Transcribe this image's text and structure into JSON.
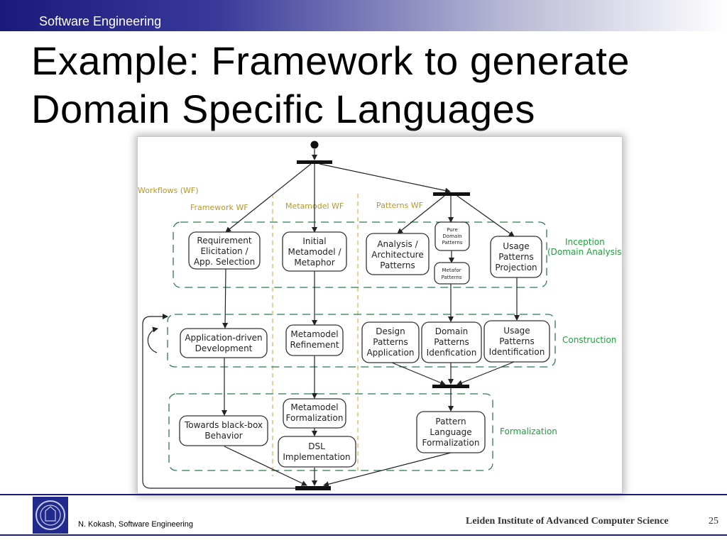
{
  "header": {
    "label": "Software Engineering"
  },
  "slide": {
    "title_line1": "Example: Framework to generate",
    "title_line2": "Domain Specific Languages",
    "number": "25"
  },
  "footer": {
    "author": "N. Kokash, Software Engineering",
    "institute": "Leiden Institute of Advanced Computer Science"
  },
  "diagram": {
    "workflows_label": "Workflows (WF)",
    "lanes": {
      "framework": "Framework WF",
      "metamodel": "Metamodel WF",
      "patterns": "Patterns WF"
    },
    "phases": {
      "inception_1": "Inception",
      "inception_2": "(Domain Analysis",
      "construction": "Construction",
      "formalization": "Formalization"
    },
    "nodes": {
      "req": [
        "Requirement",
        "Elicitation /",
        "App. Selection"
      ],
      "initial": [
        "Initial",
        "Metamodel /",
        "Metaphor"
      ],
      "analysis": [
        "Analysis /",
        "Architecture",
        "Patterns"
      ],
      "pure": [
        "Pure",
        "Domain",
        "Patterns"
      ],
      "metafor": [
        "Metafor",
        "Patterns"
      ],
      "usage_proj": [
        "Usage",
        "Patterns",
        "Projection"
      ],
      "appdev": [
        "Application-driven",
        "Development"
      ],
      "refine": [
        "Metamodel",
        "Refinement"
      ],
      "design": [
        "Design",
        "Patterns",
        "Application"
      ],
      "domain_ident": [
        "Domain",
        "Patterns",
        "Idenfication"
      ],
      "usage_ident": [
        "Usage",
        "Patterns",
        "Identification"
      ],
      "blackbox": [
        "Towards black-box",
        "Behavior"
      ],
      "formal": [
        "Metamodel",
        "Formalization"
      ],
      "dsl": [
        "DSL",
        "Implementation"
      ],
      "pattern_lang": [
        "Pattern",
        "Language",
        "Formalization"
      ]
    }
  },
  "colors": {
    "header_blue": "#1a1a7a",
    "phase_green": "#2e7a4e",
    "lane_gold": "#d9b04a",
    "label_green": "#1aa33a"
  },
  "icons": {
    "logo": "university-seal-icon"
  }
}
